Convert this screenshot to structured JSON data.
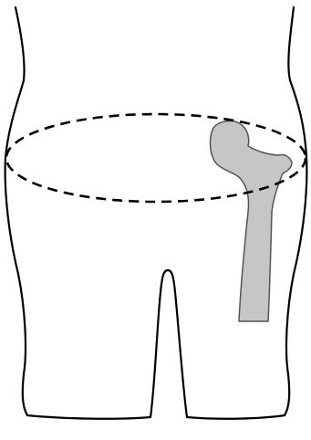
{
  "diagram": {
    "subject": "lower-body-posterior-outline",
    "colors": {
      "background": "#ffffff",
      "outline": "#000000",
      "bone_fill": "#c6c6c6",
      "bone_stroke": "#555555",
      "dashed_line": "#000000"
    },
    "elements": {
      "body_outline": "body-silhouette",
      "femur": "femur-bone-right",
      "hip_region": "dashed-ellipse-hip-circumference"
    }
  }
}
